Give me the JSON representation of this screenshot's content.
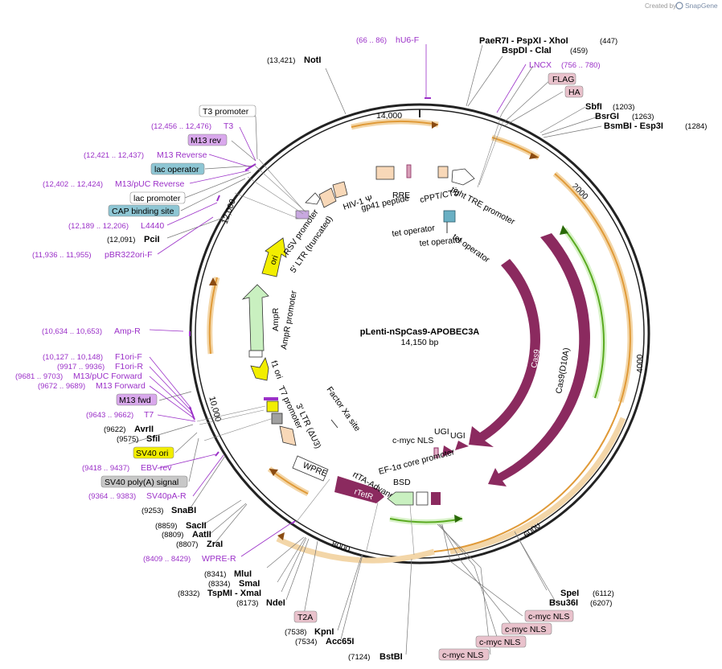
{
  "header": {
    "created_by": "Created by",
    "brand": "SnapGene"
  },
  "plasmid": {
    "name": "pLenti-nSpCas9-APOBEC3A",
    "size": "14,150 bp"
  },
  "ticks": [
    "14,000",
    "2000",
    "4000",
    "6000",
    "8000",
    "10,000",
    "12,000"
  ],
  "enzymes": {
    "notI": {
      "pos": "(13,421)",
      "name": "NotI"
    },
    "paeR7I": {
      "name": "PaeR7I - PspXI - XhoI",
      "pos": "(447)"
    },
    "bspDI": {
      "name": "BspDI - ClaI",
      "pos": "(459)"
    },
    "sbfI": {
      "name": "SbfI",
      "pos": "(1203)"
    },
    "bsrGI": {
      "name": "BsrGI",
      "pos": "(1263)"
    },
    "bsmBI": {
      "name": "BsmBI - Esp3I",
      "pos": "(1284)"
    },
    "pciI": {
      "pos": "(12,091)",
      "name": "PciI"
    },
    "avrII": {
      "pos": "(9622)",
      "name": "AvrII"
    },
    "sfiI": {
      "pos": "(9575)",
      "name": "SfiI"
    },
    "snaBI": {
      "pos": "(9253)",
      "name": "SnaBI"
    },
    "sacII": {
      "pos": "(8859)",
      "name": "SacII"
    },
    "aatII": {
      "pos": "(8809)",
      "name": "AatII"
    },
    "zraI": {
      "pos": "(8807)",
      "name": "ZraI"
    },
    "mluI": {
      "pos": "(8341)",
      "name": "MluI"
    },
    "smaI": {
      "pos": "(8334)",
      "name": "SmaI"
    },
    "tspMI": {
      "pos": "(8332)",
      "name": "TspMI - XmaI"
    },
    "ndeI": {
      "pos": "(8173)",
      "name": "NdeI"
    },
    "kpnI": {
      "pos": "(7538)",
      "name": "KpnI"
    },
    "acc65I": {
      "pos": "(7534)",
      "name": "Acc65I"
    },
    "bstBI": {
      "pos": "(7124)",
      "name": "BstBI"
    },
    "speI": {
      "name": "SpeI",
      "pos": "(6112)"
    },
    "bsu36I": {
      "name": "Bsu36I",
      "pos": "(6207)"
    }
  },
  "primers": {
    "hU6F": {
      "range": "(66 .. 86)",
      "name": "hU6-F"
    },
    "lncx": {
      "name": "LNCX",
      "range": "(756 .. 780)"
    },
    "t3": {
      "range": "(12,456 .. 12,476)",
      "name": "T3"
    },
    "m13rev": {
      "range": "(12,421 .. 12,437)",
      "name": "M13 Reverse"
    },
    "m13puc": {
      "range": "(12,402 .. 12,424)",
      "name": "M13/pUC Reverse"
    },
    "l4440": {
      "range": "(12,189 .. 12,206)",
      "name": "L4440"
    },
    "pbr": {
      "range": "(11,936 .. 11,955)",
      "name": "pBR322ori-F"
    },
    "ampR": {
      "range": "(10,634 .. 10,653)",
      "name": "Amp-R"
    },
    "f1oriF": {
      "range": "(10,127 .. 10,148)",
      "name": "F1ori-F"
    },
    "f1oriR": {
      "range": "(9917 .. 9936)",
      "name": "F1ori-R"
    },
    "m13pucF": {
      "range": "(9681 .. 9703)",
      "name": "M13/pUC Forward"
    },
    "m13F": {
      "range": "(9672 .. 9689)",
      "name": "M13 Forward"
    },
    "t7": {
      "range": "(9643 .. 9662)",
      "name": "T7"
    },
    "ebv": {
      "range": "(9418 .. 9437)",
      "name": "EBV-rev"
    },
    "sv40pa": {
      "range": "(9364 .. 9383)",
      "name": "SV40pA-R"
    },
    "wpre": {
      "range": "(8409 .. 8429)",
      "name": "WPRE-R"
    }
  },
  "boxed": {
    "flag": "FLAG",
    "ha": "HA",
    "t3promoter": "T3 promoter",
    "m13revbox": "M13 rev",
    "lacop": "lac operator",
    "lacpromoter": "lac promoter",
    "cap": "CAP binding site",
    "m13fwd": "M13 fwd",
    "sv40ori": "SV40 ori",
    "sv40pa": "SV40 poly(A) signal",
    "t2a": "T2A",
    "cmyc1": "c-myc NLS",
    "cmyc2": "c-myc NLS",
    "cmyc3": "c-myc NLS",
    "cmyc4": "c-myc NLS"
  },
  "inner_labels": {
    "hiv": "HIV-1 Ψ",
    "rre": "RRE",
    "gp41": "gp41 peptide",
    "cppt": "cPPT/CTS",
    "tre": "tight TRE promoter",
    "tetop1": "tet operator",
    "tetop2": "tet operator",
    "tetop3": "tet operator",
    "rsv": "RSV promoter",
    "ltr5": "5' LTR (truncated)",
    "ori": "ori",
    "ampR": "AmpR",
    "ampRpromoter": "AmpR promoter",
    "f1ori": "f1 ori",
    "t7promoter": "T7 promoter",
    "ltr3": "3' LTR (ΔU3)",
    "factorxa": "Factor Xa site",
    "wpre": "WPRE",
    "rtta": "rtTA-Advanced",
    "rtetr": "rTetR",
    "ef1a": "EF-1α core promoter",
    "bsd": "BSD",
    "cmyc": "c-myc NLS",
    "ugi1": "UGI",
    "ugi2": "UGI",
    "cas9": "Cas9",
    "cas9d10a": "Cas9(D10A)"
  },
  "colors": {
    "cas9": "#8b2a5f",
    "ori": "#f2ee00",
    "ampR": "#c9f0c0",
    "orf_orange": "#e8a040",
    "orf_green": "#6cbf2a",
    "primer": "#9b30c8",
    "box_pink": "#e9c2cc",
    "box_blue": "#8ec6d4",
    "box_yellow": "#f2ee00",
    "box_gray": "#c8c8c8",
    "box_purple": "#d9a8ec",
    "ltr": "#f8d8b8"
  }
}
